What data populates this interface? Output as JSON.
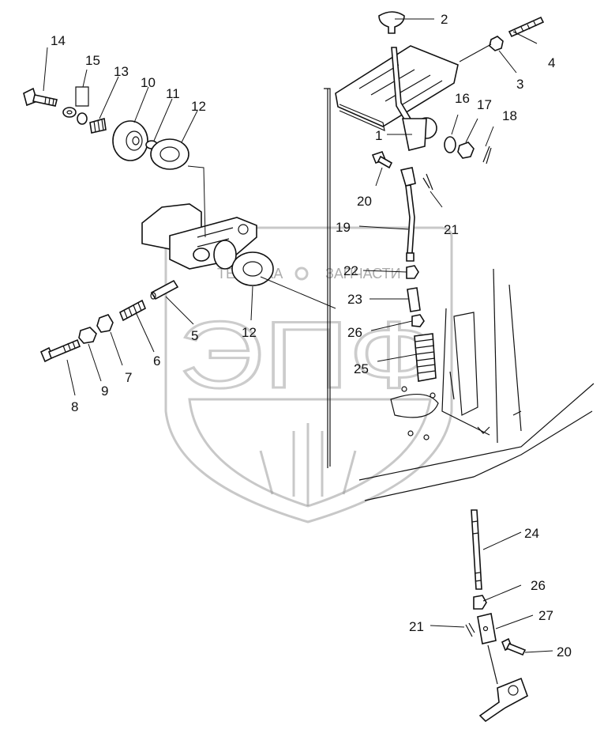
{
  "watermark": {
    "letters": "ЭПФ",
    "line_left": "ТЕХНИКА",
    "line_right": "ЗАПЧАСТИ"
  },
  "callouts": [
    {
      "id": "c1",
      "label": "1"
    },
    {
      "id": "c2",
      "label": "2"
    },
    {
      "id": "c3",
      "label": "3"
    },
    {
      "id": "c4",
      "label": "4"
    },
    {
      "id": "c5",
      "label": "5"
    },
    {
      "id": "c6",
      "label": "6"
    },
    {
      "id": "c7",
      "label": "7"
    },
    {
      "id": "c8",
      "label": "8"
    },
    {
      "id": "c9",
      "label": "9"
    },
    {
      "id": "c10",
      "label": "10"
    },
    {
      "id": "c11",
      "label": "11"
    },
    {
      "id": "c12a",
      "label": "12"
    },
    {
      "id": "c12b",
      "label": "12"
    },
    {
      "id": "c13",
      "label": "13"
    },
    {
      "id": "c14",
      "label": "14"
    },
    {
      "id": "c15",
      "label": "15"
    },
    {
      "id": "c16",
      "label": "16"
    },
    {
      "id": "c17",
      "label": "17"
    },
    {
      "id": "c18",
      "label": "18"
    },
    {
      "id": "c19",
      "label": "19"
    },
    {
      "id": "c20a",
      "label": "20"
    },
    {
      "id": "c20b",
      "label": "20"
    },
    {
      "id": "c21a",
      "label": "21"
    },
    {
      "id": "c21b",
      "label": "21"
    },
    {
      "id": "c22",
      "label": "22"
    },
    {
      "id": "c23",
      "label": "23"
    },
    {
      "id": "c24",
      "label": "24"
    },
    {
      "id": "c25",
      "label": "25"
    },
    {
      "id": "c26a",
      "label": "26"
    },
    {
      "id": "c26b",
      "label": "26"
    },
    {
      "id": "c27",
      "label": "27"
    }
  ]
}
